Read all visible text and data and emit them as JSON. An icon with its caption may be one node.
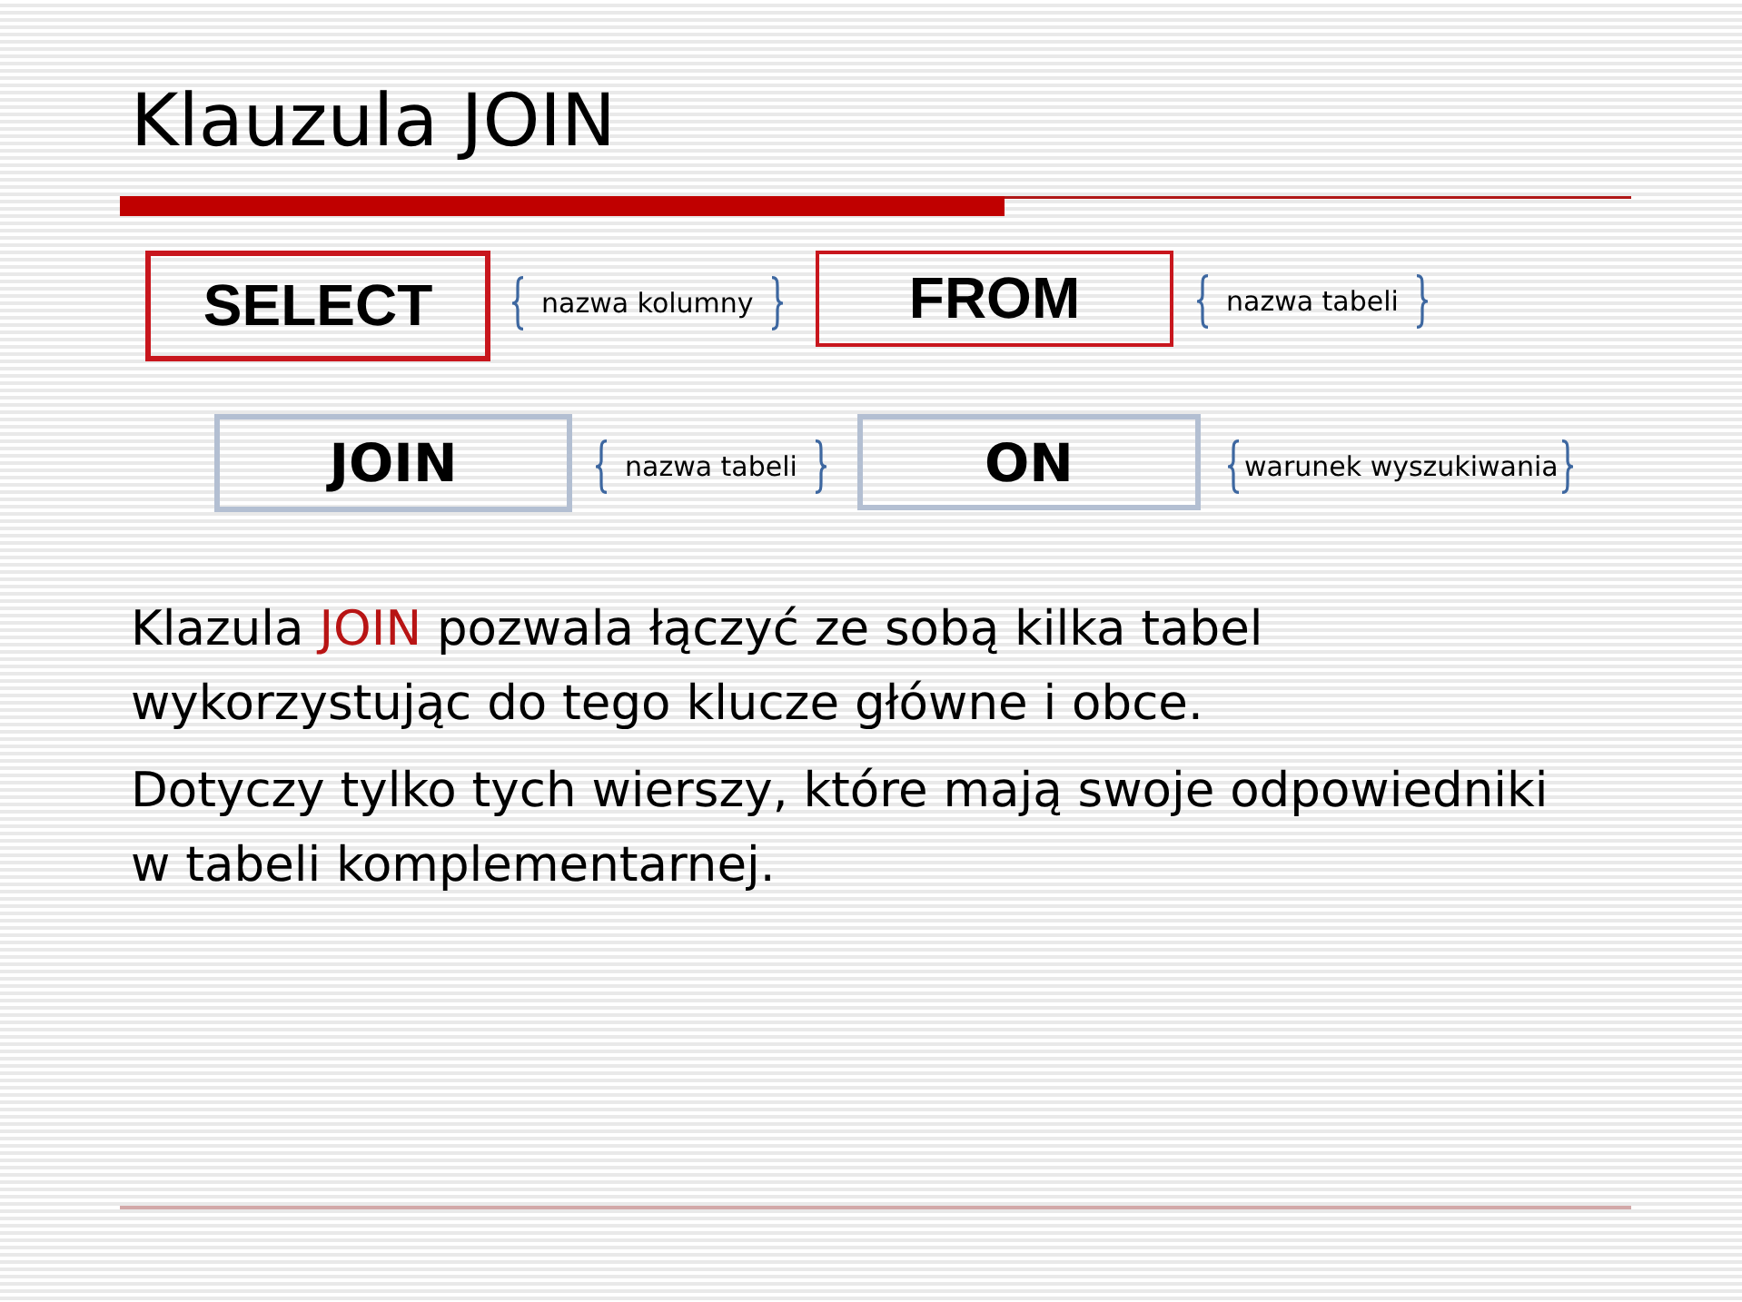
{
  "diagram": {
    "title": "Klauzula JOIN",
    "nodes": [
      {
        "text": [
          "SELECT"
        ],
        "beside": [
          "nazwa kolumny"
        ]
      },
      {
        "text": [
          "FROM"
        ],
        "beside": [
          "nazwa tabeli"
        ]
      },
      {
        "text": [
          "JOIN"
        ],
        "beside": [
          "nazwa tabeli"
        ]
      },
      {
        "text": [
          "ON"
        ],
        "beside": [
          "warunek wyszukiwania"
        ]
      }
    ],
    "labels": [
      "Klazula JOIN pozwala łączyć ze sobą kilka tabel wykorzystując do tego klucze główne i obce.",
      "Dotyczy tylko tych wierszy, które mają swoje odpowiedniki w tabeli komplementarnej."
    ]
  }
}
